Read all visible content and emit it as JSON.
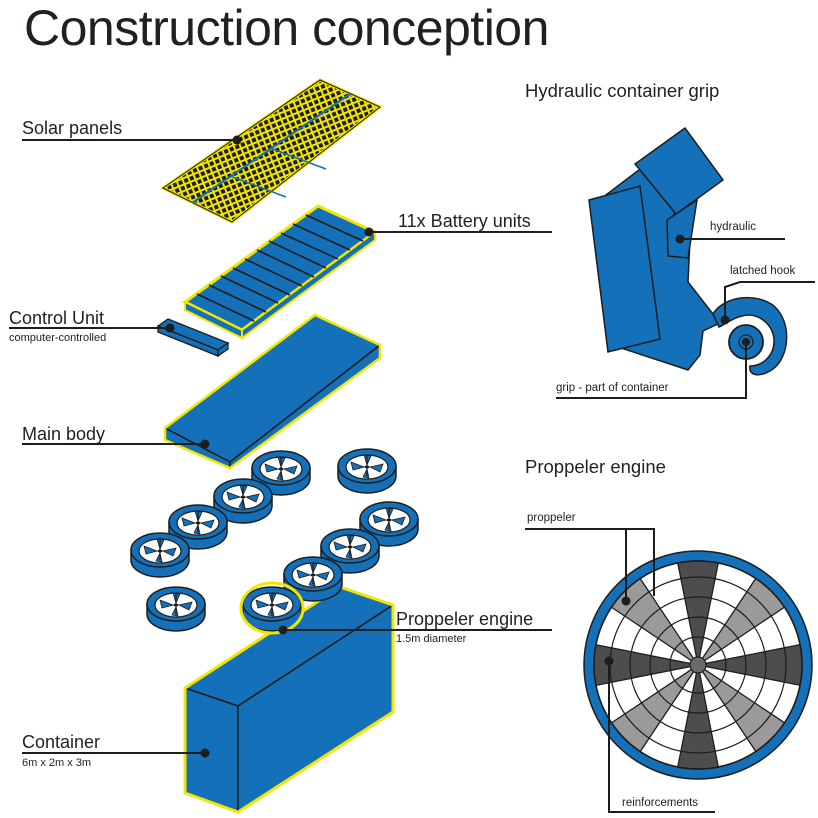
{
  "title": "Construction conception",
  "sections": {
    "grip": "Hydraulic container grip",
    "engine": "Proppeler engine"
  },
  "labels": {
    "solar": "Solar panels",
    "battery": "11x Battery units",
    "control": "Control Unit",
    "control_sub": "computer-controlled",
    "main_body": "Main body",
    "propeller": "Proppeler engine",
    "propeller_sub": "1.5m diameter",
    "container": "Container",
    "container_sub": "6m x 2m x 3m"
  },
  "grip_labels": {
    "hydraulic": "hydraulic",
    "hook": "latched hook",
    "grip": "grip - part of container"
  },
  "engine_labels": {
    "proppeler": "proppeler",
    "reinforcements": "reinforcements"
  },
  "colors": {
    "blue": "#1470b8",
    "outline": "#1d1d1b",
    "highlight": "#f2e600",
    "dark_gray": "#4d4d4d",
    "light_gray": "#9a9a9a"
  }
}
